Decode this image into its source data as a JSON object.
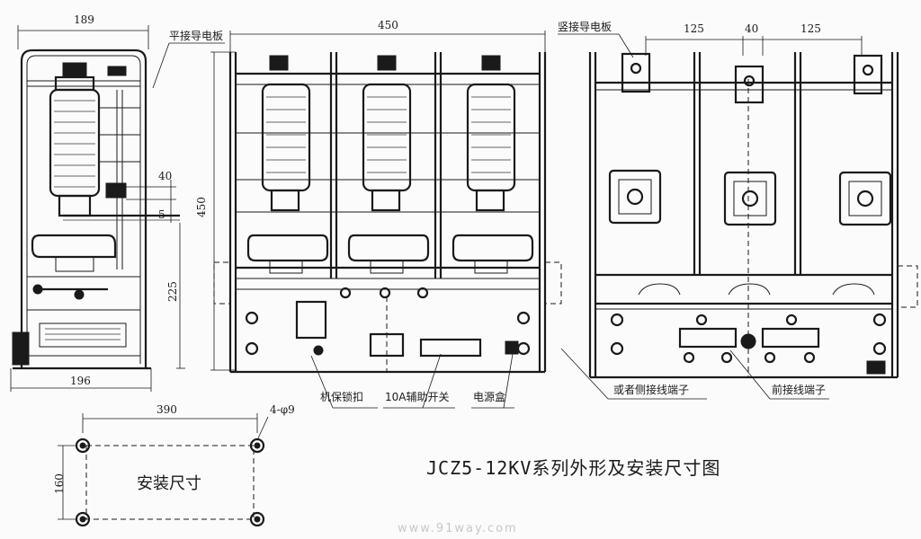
{
  "title": "JCZ5-12KV系列外形及安装尺寸图",
  "watermark": "www.91way.com",
  "labels": {
    "flat_busbar": "平接导电板",
    "vertical_busbar": "竖接导电板",
    "mech_lock": "机保锁扣",
    "aux_switch": "10A辅助开关",
    "power_box": "电源盒",
    "side_terminal": "或者侧接线端子",
    "front_terminal": "前接线端子",
    "mount_size": "安装尺寸"
  },
  "dimensions": {
    "side_top": "189",
    "side_bottom": "196",
    "side_40": "40",
    "side_5": "5",
    "side_450": "450",
    "side_225": "225",
    "front_450": "450",
    "pitch_left": "125",
    "pitch_mid": "40",
    "pitch_right": "125",
    "mount_width": "390",
    "mount_height": "160",
    "mount_holes": "4-φ9"
  }
}
